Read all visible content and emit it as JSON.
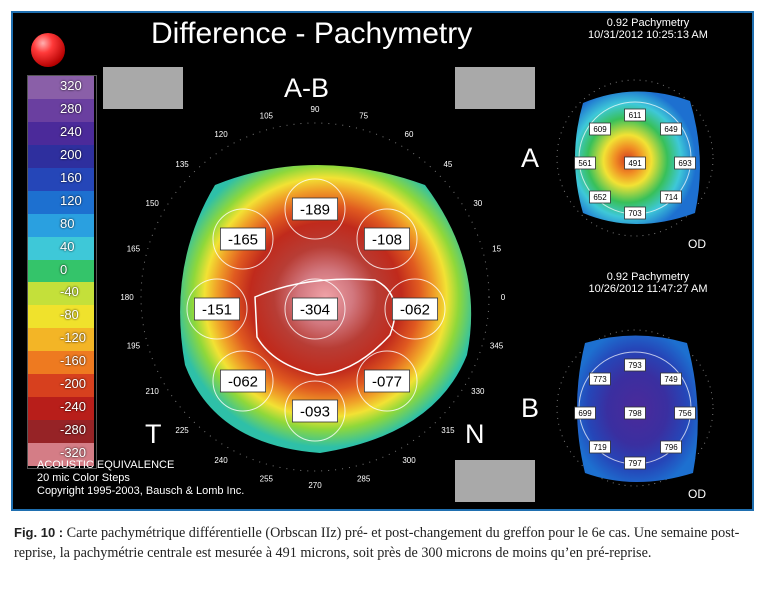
{
  "header": {
    "title": "Difference - Pachymetry",
    "map_label": "A-B"
  },
  "scale": {
    "values": [
      "320",
      "280",
      "240",
      "200",
      "160",
      "120",
      "80",
      "40",
      "0",
      "-40",
      "-80",
      "-120",
      "-160",
      "-200",
      "-240",
      "-280",
      "-320"
    ],
    "colors": [
      "#8a5fa8",
      "#6a3fa0",
      "#4b2a9a",
      "#2e2f9e",
      "#2546b8",
      "#1d70d0",
      "#2aa0e0",
      "#3ec8d8",
      "#34c46a",
      "#c4e03a",
      "#f0e22c",
      "#f3b526",
      "#ee7a20",
      "#d7401e",
      "#b81e1a",
      "#962326",
      "#d47d86"
    ]
  },
  "main_map": {
    "values": {
      "top": "-189",
      "top_left": "-165",
      "top_right": "-108",
      "left": "-151",
      "center": "-304",
      "right": "-062",
      "bottom_left": "-062",
      "bottom": "-093",
      "bottom_right": "-077"
    },
    "angles": [
      "0",
      "15",
      "30",
      "45",
      "60",
      "75",
      "90",
      "105",
      "120",
      "135",
      "150",
      "165",
      "180",
      "195",
      "210",
      "225",
      "240",
      "255",
      "270",
      "285",
      "300",
      "315",
      "330",
      "345"
    ],
    "side_left": "T",
    "side_right": "N"
  },
  "map_a": {
    "label": "A",
    "header_line1": "0.92 Pachymetry",
    "header_line2": "10/31/2012 10:25:13 AM",
    "eye": "OD",
    "values": {
      "top": "611",
      "top_left": "609",
      "top_right": "649",
      "left": "561",
      "center": "491",
      "right": "693",
      "bottom_left": "652",
      "bottom_right": "714",
      "bottom": "703"
    }
  },
  "map_b": {
    "label": "B",
    "header_line1": "0.92 Pachymetry",
    "header_line2": "10/26/2012 11:47:27 AM",
    "eye": "OD",
    "values": {
      "top": "793",
      "top_left": "773",
      "top_right": "749",
      "left": "699",
      "center": "798",
      "right": "756",
      "bottom_left": "719",
      "bottom_right": "796",
      "bottom": "797"
    }
  },
  "footer": {
    "line1": "ACOUSTIC EQUIVALENCE",
    "line2": "20 mic Color Steps",
    "line3": "Copyright 1995-2003, Bausch & Lomb Inc."
  },
  "caption": {
    "prefix": "Fig. 10 :",
    "text": "Carte pachymétrique différentielle (Orbscan IIz) pré- et post-changement du greffon pour le 6e cas. Une semaine post-reprise, la pachymétrie centrale est mesurée à 491 microns, soit près de 300 microns de moins qu’en pré-reprise."
  }
}
